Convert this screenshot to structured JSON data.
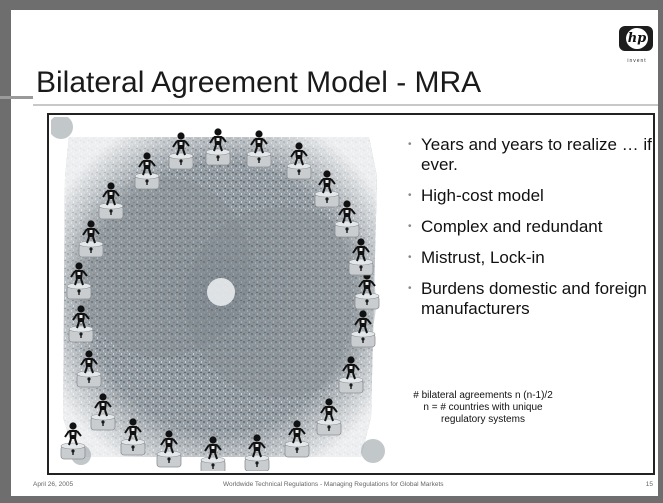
{
  "slide": {
    "title": "Bilateral Agreement Model - MRA",
    "logo": {
      "mark": "hp",
      "tagline": "invent"
    },
    "bullets": [
      "Years and years to realize … if ever.",
      "High-cost model",
      "Complex and redundant",
      "Mistrust, Lock-in",
      "Burdens domestic and foreign manufacturers"
    ],
    "note": {
      "line1": "# bilateral agreements n (n-1)/2",
      "line2": "n = # countries with unique",
      "line3": "regulatory systems"
    },
    "footer": {
      "date": "April 26, 2005",
      "center": "Worldwide Technical Regulations - Managing Regulations for Global Markets",
      "page": "15"
    }
  },
  "illustration": {
    "icon": "person-on-keyhole-pedestal-icon",
    "figure_count": 24
  }
}
